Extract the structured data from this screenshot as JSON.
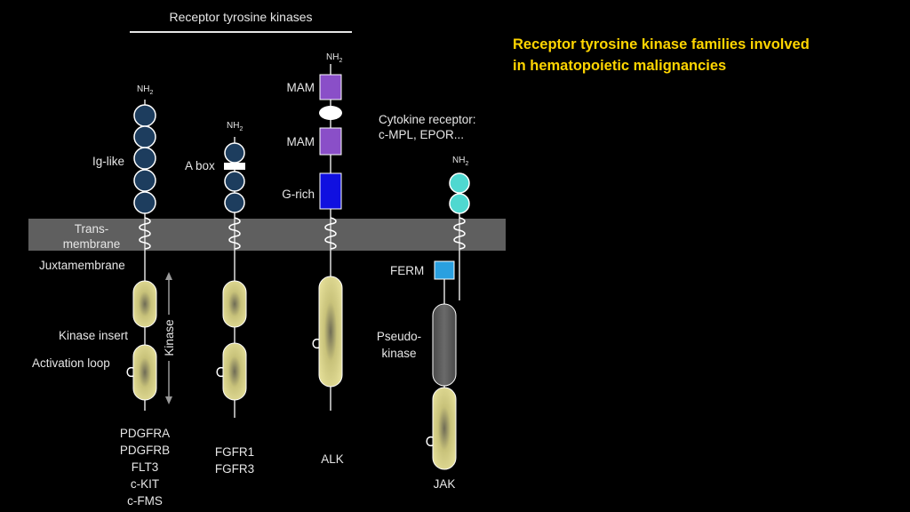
{
  "slide_title": {
    "line1": "Receptor tyrosine kinase families involved",
    "line2": "in hematopoietic malignancies"
  },
  "diagram": {
    "heading": "Receptor tyrosine kinases",
    "n_terminus": "NH",
    "n_terminus_sub": "2",
    "domain_labels": {
      "ig_like": "Ig-like",
      "a_box": "A box",
      "transmembrane_1": "Trans-",
      "transmembrane_2": "membrane",
      "juxtamembrane": "Juxtamembrane",
      "kinase_insert": "Kinase insert",
      "activation_loop": "Activation loop",
      "kinase": "Kinase",
      "mam_1": "MAM",
      "mam_2": "MAM",
      "g_rich": "G-rich",
      "cytokine_receptor_1": "Cytokine receptor:",
      "cytokine_receptor_2": "c-MPL, EPOR...",
      "ferm": "FERM",
      "pseudokinase_1": "Pseudo-",
      "pseudokinase_2": "kinase"
    },
    "families": {
      "pdgfr_group": [
        "PDGFRA",
        "PDGFRB",
        "FLT3",
        "c-KIT",
        "c-FMS"
      ],
      "fgfr_group": [
        "FGFR1",
        "FGFR3"
      ],
      "alk_group": [
        "ALK"
      ],
      "jak_group": [
        "JAK"
      ]
    },
    "colors": {
      "background": "#000000",
      "title": "#ffd500",
      "membrane_band": "#5f5f5f",
      "ig_domain": "#1d3d5e",
      "mam_domain": "#8a4fc8",
      "g_rich_domain": "#1010e0",
      "cytokine_domain": "#4fd8d0",
      "ferm_domain": "#2aa0e0",
      "kinase_domain": "#d8d28a",
      "pseudokinase_domain": "#5a5a5a"
    }
  }
}
